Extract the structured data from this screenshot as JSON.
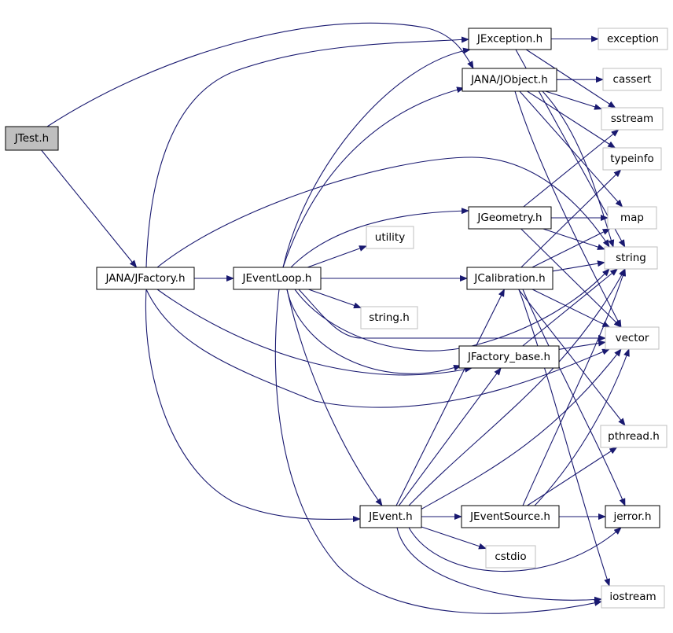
{
  "colors": {
    "edge": "#191970",
    "focus_fill": "#bfbfbf",
    "local_border": "#000000",
    "system_border": "#bfbfbf"
  },
  "nodes": {
    "jtest": {
      "label": "JTest.h",
      "kind": "focus"
    },
    "jfactory": {
      "label": "JANA/JFactory.h",
      "kind": "local"
    },
    "jeventloop": {
      "label": "JEventLoop.h",
      "kind": "local"
    },
    "jexception": {
      "label": "JException.h",
      "kind": "local"
    },
    "jobject": {
      "label": "JANA/JObject.h",
      "kind": "local"
    },
    "jgeometry": {
      "label": "JGeometry.h",
      "kind": "local"
    },
    "jcalibration": {
      "label": "JCalibration.h",
      "kind": "local"
    },
    "jfactory_base": {
      "label": "JFactory_base.h",
      "kind": "local"
    },
    "jevent": {
      "label": "JEvent.h",
      "kind": "local"
    },
    "jeventsource": {
      "label": "JEventSource.h",
      "kind": "local"
    },
    "jerror": {
      "label": "jerror.h",
      "kind": "local"
    },
    "exception": {
      "label": "exception",
      "kind": "system"
    },
    "cassert": {
      "label": "cassert",
      "kind": "system"
    },
    "sstream": {
      "label": "sstream",
      "kind": "system"
    },
    "typeinfo": {
      "label": "typeinfo",
      "kind": "system"
    },
    "map": {
      "label": "map",
      "kind": "system"
    },
    "string": {
      "label": "string",
      "kind": "system"
    },
    "vector": {
      "label": "vector",
      "kind": "system"
    },
    "pthread": {
      "label": "pthread.h",
      "kind": "system"
    },
    "iostream": {
      "label": "iostream",
      "kind": "system"
    },
    "utility": {
      "label": "utility",
      "kind": "system"
    },
    "string_h": {
      "label": "string.h",
      "kind": "system"
    },
    "cstdio": {
      "label": "cstdio",
      "kind": "system"
    }
  },
  "edges": [
    [
      "jtest",
      "jfactory"
    ],
    [
      "jtest",
      "jobject"
    ],
    [
      "jfactory",
      "jeventloop"
    ],
    [
      "jfactory",
      "jexception"
    ],
    [
      "jfactory",
      "string"
    ],
    [
      "jfactory",
      "vector"
    ],
    [
      "jfactory",
      "jfactory_base"
    ],
    [
      "jfactory",
      "jevent"
    ],
    [
      "jeventloop",
      "jexception"
    ],
    [
      "jeventloop",
      "jobject"
    ],
    [
      "jeventloop",
      "jgeometry"
    ],
    [
      "jeventloop",
      "jcalibration"
    ],
    [
      "jeventloop",
      "utility"
    ],
    [
      "jeventloop",
      "string_h"
    ],
    [
      "jeventloop",
      "vector"
    ],
    [
      "jeventloop",
      "jfactory_base"
    ],
    [
      "jeventloop",
      "jevent"
    ],
    [
      "jeventloop",
      "string"
    ],
    [
      "jeventloop",
      "iostream"
    ],
    [
      "jexception",
      "exception"
    ],
    [
      "jexception",
      "sstream"
    ],
    [
      "jexception",
      "string"
    ],
    [
      "jobject",
      "cassert"
    ],
    [
      "jobject",
      "sstream"
    ],
    [
      "jobject",
      "typeinfo"
    ],
    [
      "jobject",
      "map"
    ],
    [
      "jobject",
      "string"
    ],
    [
      "jobject",
      "vector"
    ],
    [
      "jgeometry",
      "map"
    ],
    [
      "jgeometry",
      "string"
    ],
    [
      "jgeometry",
      "vector"
    ],
    [
      "jgeometry",
      "sstream"
    ],
    [
      "jcalibration",
      "string"
    ],
    [
      "jcalibration",
      "vector"
    ],
    [
      "jcalibration",
      "map"
    ],
    [
      "jcalibration",
      "typeinfo"
    ],
    [
      "jcalibration",
      "pthread"
    ],
    [
      "jcalibration",
      "jerror"
    ],
    [
      "jcalibration",
      "iostream"
    ],
    [
      "jfactory_base",
      "string"
    ],
    [
      "jfactory_base",
      "vector"
    ],
    [
      "jevent",
      "jeventsource"
    ],
    [
      "jevent",
      "cstdio"
    ],
    [
      "jevent",
      "jerror"
    ],
    [
      "jevent",
      "jfactory_base"
    ],
    [
      "jevent",
      "jcalibration"
    ],
    [
      "jevent",
      "vector"
    ],
    [
      "jevent",
      "string"
    ],
    [
      "jevent",
      "iostream"
    ],
    [
      "jeventsource",
      "jerror"
    ],
    [
      "jeventsource",
      "pthread"
    ],
    [
      "jeventsource",
      "vector"
    ],
    [
      "jeventsource",
      "string"
    ]
  ]
}
